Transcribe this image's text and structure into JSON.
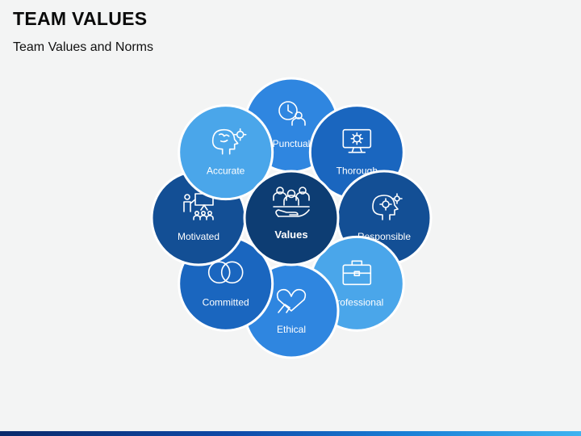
{
  "header": {
    "title": "TEAM VALUES",
    "subtitle": "Team Values and Norms"
  },
  "diagram": {
    "center": {
      "label": "Values",
      "color": "#0d3d73",
      "icon": "team-hand-icon"
    },
    "nodes": [
      {
        "label": "Punctual",
        "color": "#2f86e0",
        "icon": "clock-person-icon"
      },
      {
        "label": "Thorough",
        "color": "#1a66bf",
        "icon": "monitor-gear-icon"
      },
      {
        "label": "Responsible",
        "color": "#134f95",
        "icon": "head-gear-icon"
      },
      {
        "label": "Professional",
        "color": "#4aa6ea",
        "icon": "briefcase-icon"
      },
      {
        "label": "Ethical",
        "color": "#2f86e0",
        "icon": "heart-hand-icon"
      },
      {
        "label": "Committed",
        "color": "#1a66bf",
        "icon": "rings-icon"
      },
      {
        "label": "Motivated",
        "color": "#134f95",
        "icon": "presentation-icon"
      },
      {
        "label": "Accurate",
        "color": "#4aa6ea",
        "icon": "brain-gear-icon"
      }
    ]
  }
}
